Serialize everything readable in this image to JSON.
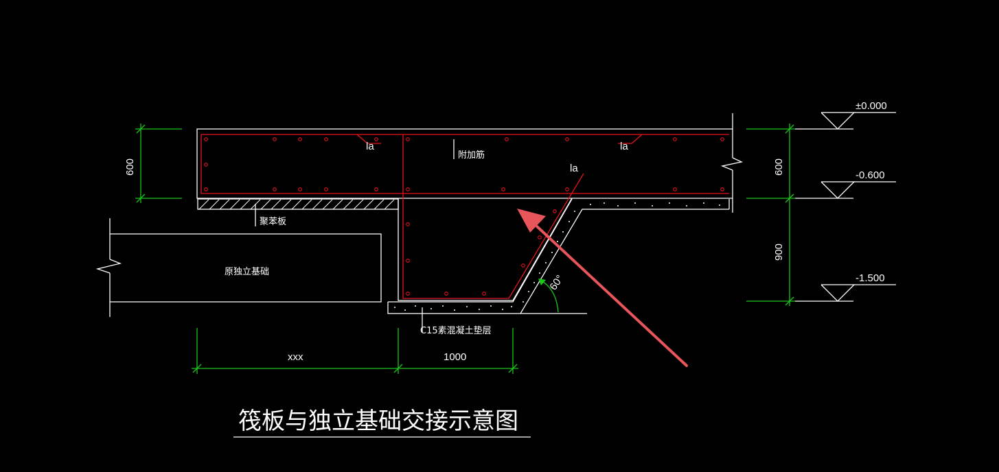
{
  "title": "筏板与独立基础交接示意图",
  "labels": {
    "la_left": "la",
    "la_right": "la",
    "la_diag": "la",
    "extra_rebar": "附加筋",
    "eps_board": "聚苯板",
    "orig_footing": "原独立基础",
    "c15_layer": "C15素混凝土垫层",
    "angle": "60°"
  },
  "dimensions": {
    "left_600": "600",
    "right_600": "600",
    "right_900": "900",
    "bottom_xxx": "xxx",
    "bottom_1000": "1000"
  },
  "elevations": {
    "top": "±0.000",
    "mid": "-0.600",
    "bottom": "-1.500"
  },
  "colors": {
    "background": "#000000",
    "line": "#ffffff",
    "dimension": "#19c619",
    "rebar": "#e8141c",
    "arrow": "#e8565c"
  }
}
